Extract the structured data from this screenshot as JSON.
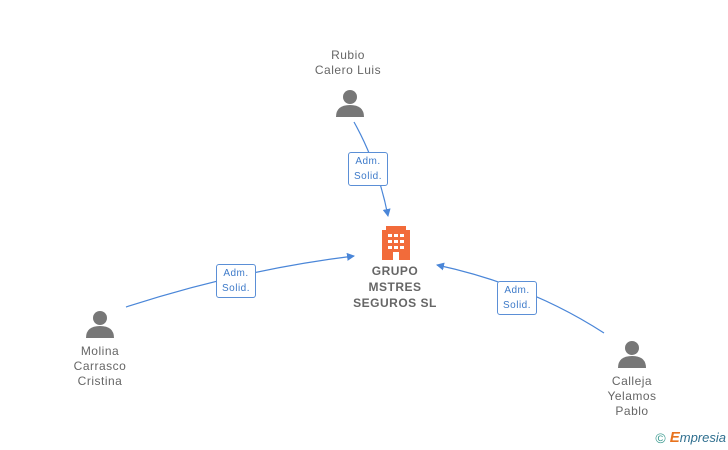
{
  "company": {
    "name_lines": [
      "GRUPO",
      "MSTRES",
      "SEGUROS  SL"
    ],
    "icon": "building-icon",
    "icon_color": "#f26b3a"
  },
  "people": [
    {
      "id": "rubio",
      "name_lines": [
        "Rubio",
        "Calero Luis"
      ],
      "icon": "person-icon"
    },
    {
      "id": "molina",
      "name_lines": [
        "Molina",
        "Carrasco",
        "Cristina"
      ],
      "icon": "person-icon"
    },
    {
      "id": "calleja",
      "name_lines": [
        "Calleja",
        "Yelamos",
        "Pablo"
      ],
      "icon": "person-icon"
    }
  ],
  "relations": [
    {
      "from": "rubio",
      "label_lines": [
        "Adm.",
        "Solid."
      ]
    },
    {
      "from": "molina",
      "label_lines": [
        "Adm.",
        "Solid."
      ]
    },
    {
      "from": "calleja",
      "label_lines": [
        "Adm.",
        "Solid."
      ]
    }
  ],
  "colors": {
    "edge": "#4a86d8",
    "person_icon": "#777777",
    "label_text": "#666666"
  },
  "footer": {
    "copyright": "©",
    "brand_initial": "E",
    "brand_rest": "mpresia"
  }
}
